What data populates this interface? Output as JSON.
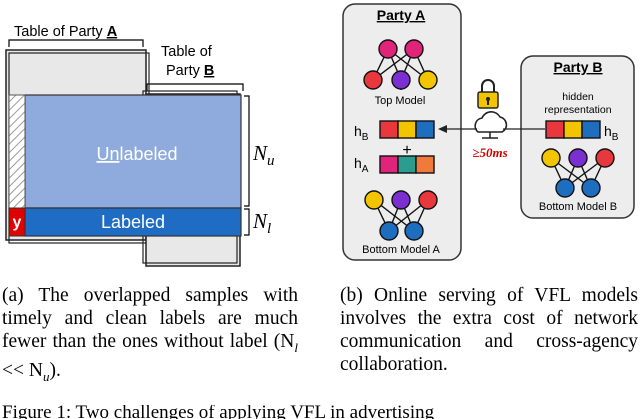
{
  "left": {
    "table_a_label_prefix": "Table of Party ",
    "table_a_label_letter": "A",
    "table_b_label_line1": "Table of",
    "table_b_label_prefix": "Party ",
    "table_b_label_letter": "B",
    "unlabeled_prefix": "Un",
    "unlabeled_rest": "labeled",
    "labeled_text": "Labeled",
    "y_tag": "y",
    "n_u_base": "N",
    "n_u_sub": "u",
    "n_l_base": "N",
    "n_l_sub": "l"
  },
  "right": {
    "party_a_title": "Party A",
    "party_b_title": "Party B",
    "top_model": "Top Model",
    "bottom_model_a": "Bottom Model A",
    "bottom_model_b": "Bottom Model B",
    "hidden_line1": "hidden",
    "hidden_line2": "representation",
    "h_b": "h",
    "h_b_sub": "B",
    "h_a": "h",
    "h_a_sub": "A",
    "h_b_right": "h",
    "h_b_right_sub": "B",
    "plus": "+",
    "latency": "≥50ms"
  },
  "captions": {
    "a": "(a) The overlapped samples with timely and clean labels are much fewer than the ones without label (N",
    "a_sub_l": "l",
    "a_mid": " << N",
    "a_sub_u": "u",
    "a_end": ").",
    "b": "(b) Online serving of VFL models involves the extra cost of network communication and cross-agency collaboration."
  },
  "figure_line": "Figure 1: Two challenges of applying VFL in advertising"
}
